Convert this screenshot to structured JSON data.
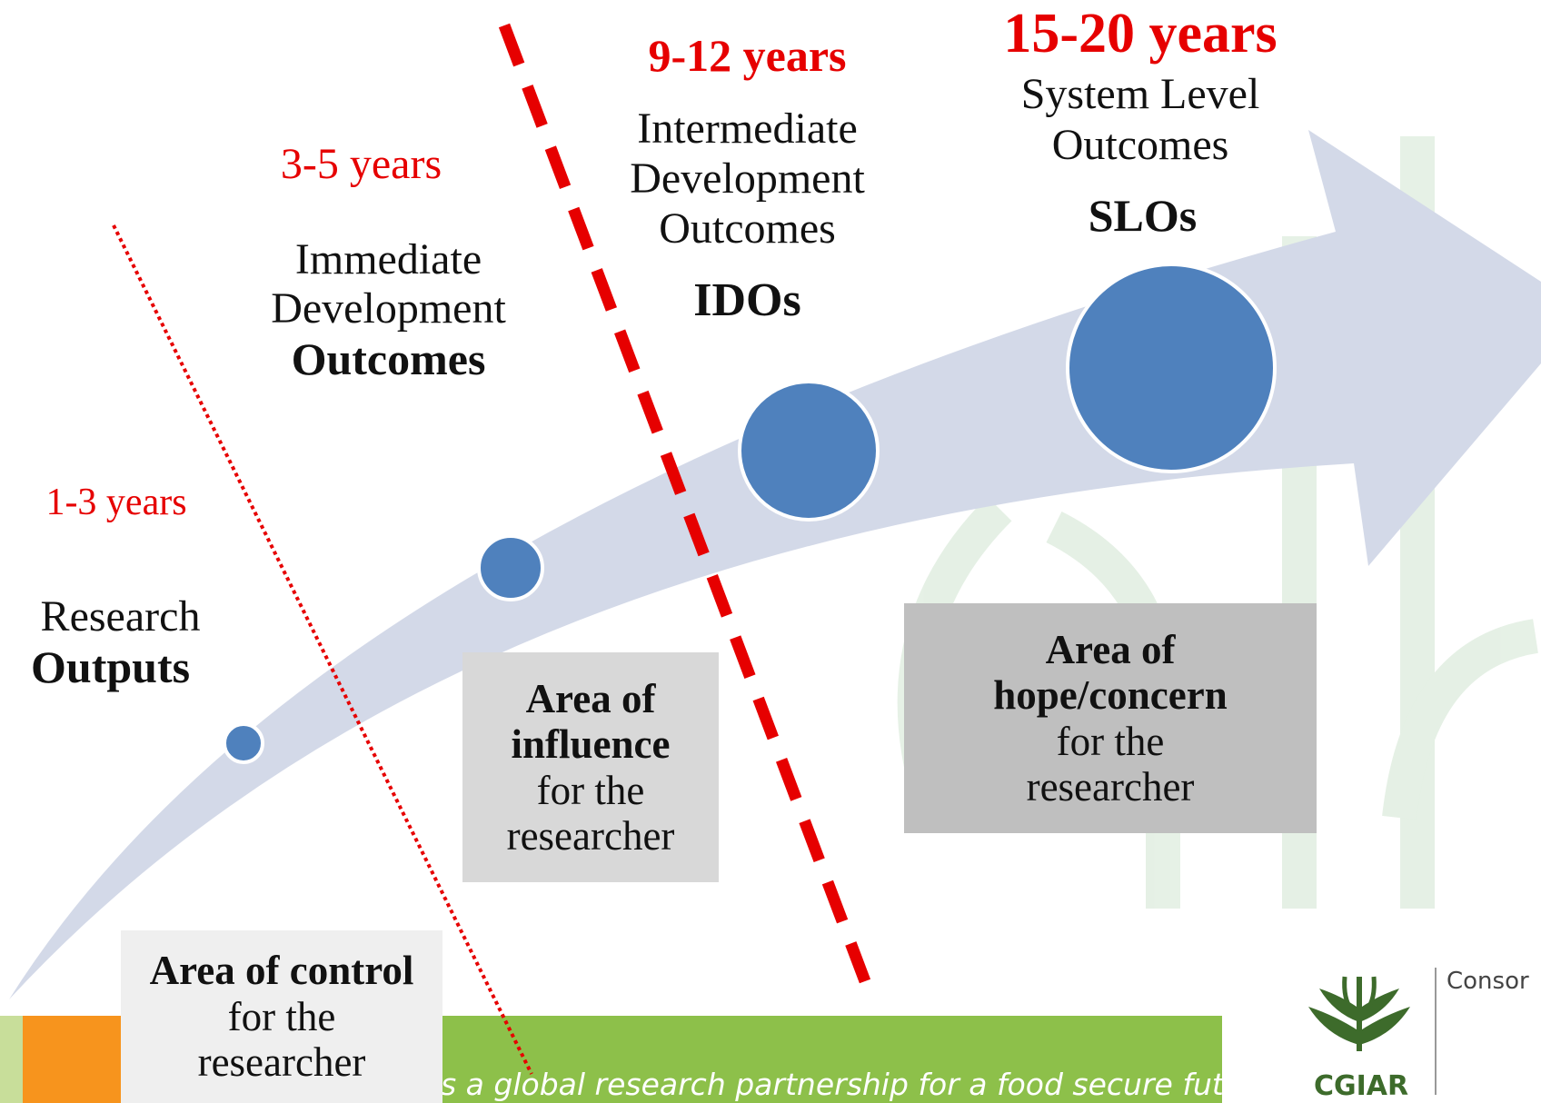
{
  "stages": [
    {
      "years": "1-3 years",
      "line1": "Research",
      "line2": "Outputs"
    },
    {
      "years": "3-5 years",
      "line1": "Immediate",
      "line2": "Development",
      "line3": "Outcomes"
    },
    {
      "years": "9-12 years",
      "line1": "Intermediate",
      "line2": "Development",
      "line3": "Outcomes",
      "abbr": "IDOs"
    },
    {
      "years": "15-20 years",
      "line1": "System Level",
      "line2": "Outcomes",
      "abbr": "SLOs"
    }
  ],
  "areas": {
    "control": {
      "bold": "Area of control",
      "rest1": "for the",
      "rest2": "researcher"
    },
    "influence": {
      "bold1": "Area of",
      "bold2": "influence",
      "rest1": "for the",
      "rest2": "researcher"
    },
    "hope": {
      "bold1": "Area of",
      "bold2": "hope/concern",
      "rest1": "for the",
      "rest2": "researcher"
    }
  },
  "footer": {
    "tagline": "s a global research partnership for a food secure future",
    "logo_name": "CGIAR",
    "consortium_partial": "Consor"
  },
  "colors": {
    "arrow": "#d3d9e8",
    "circle": "#4f81bd",
    "red": "#e60000",
    "footer_green": "#8dc04a",
    "footer_orange": "#f7941d",
    "box_light": "#efefef",
    "box_mid": "#d8d8d8",
    "box_dark": "#bfbfbf"
  },
  "icons": [
    "cgiar-wheat-logo-icon",
    "watermark-wheat-icon"
  ]
}
